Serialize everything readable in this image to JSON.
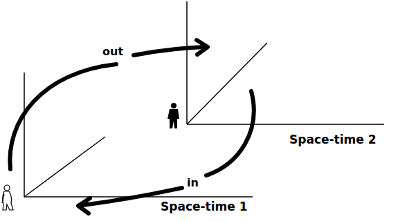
{
  "diagram": {
    "labels": [
      "out",
      "Space-time 2",
      "in",
      "Space-time 1"
    ]
  }
}
